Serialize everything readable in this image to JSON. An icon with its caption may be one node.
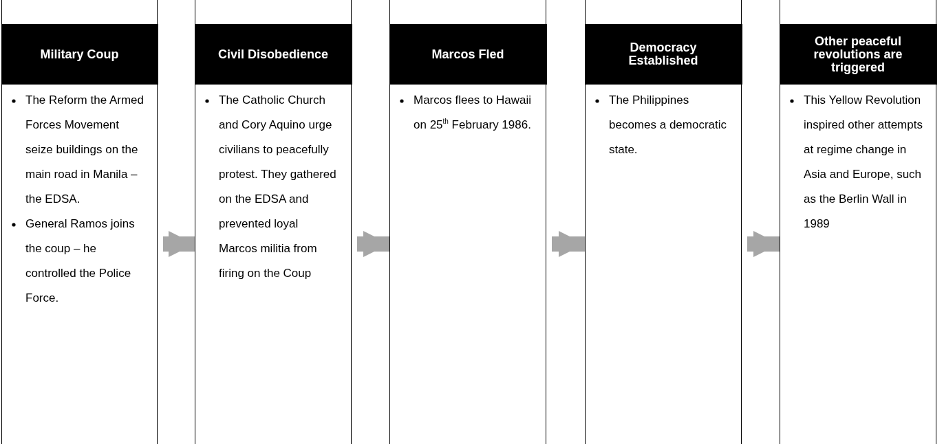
{
  "diagram": {
    "nodes": [
      {
        "text": [
          "Military Coup",
          "The Reform the Armed Forces Movement seize buildings on the main road in Manila – the EDSA.",
          "General Ramos joins the coup – he controlled the Police Force."
        ]
      },
      {
        "text": [
          "Civil Disobedience",
          "The Catholic Church and Cory Aquino urge civilians to peacefully protest.  They gathered on the EDSA and prevented loyal Marcos militia from firing on the Coup"
        ]
      },
      {
        "text": [
          "Marcos Fled",
          "Marcos flees to Hawaii on 25$^{th}$ February 1986."
        ]
      },
      {
        "text": [
          "Democracy Established",
          "The Philippines becomes a democratic state."
        ]
      },
      {
        "text": [
          "Other peaceful revolutions are triggered",
          "This Yellow Revolution inspired other attempts at regime change in Asia and Europe, such as the Berlin Wall in 1989"
        ]
      }
    ],
    "edges": [
      {
        "from": 0,
        "to": 1,
        "arrow": "to"
      },
      {
        "from": 1,
        "to": 2,
        "arrow": "to"
      },
      {
        "from": 2,
        "to": 3,
        "arrow": "to"
      },
      {
        "from": 3,
        "to": 4,
        "arrow": "to"
      }
    ]
  }
}
